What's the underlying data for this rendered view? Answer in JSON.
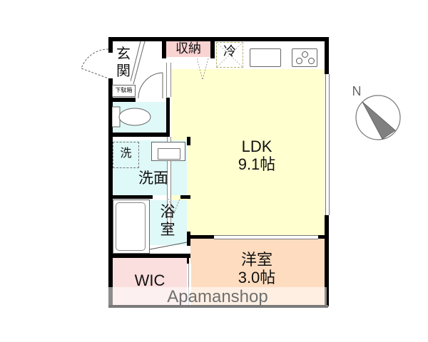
{
  "floorplan": {
    "rooms": {
      "entrance": {
        "label_line1": "玄",
        "label_line2": "関",
        "shoe_box": "下駄箱",
        "color": "#ffffff"
      },
      "storage": {
        "label": "収納",
        "color": "#f9d2d2"
      },
      "fridge": {
        "label": "冷"
      },
      "toilet": {
        "color": "#dff8f8"
      },
      "washroom": {
        "label": "洗面",
        "washer_label": "洗",
        "color": "#dff8f8"
      },
      "bathroom": {
        "label_line1": "浴",
        "label_line2": "室",
        "color": "#dff8f8"
      },
      "ldk": {
        "label": "LDK",
        "size": "9.1帖",
        "color": "#ffffd0"
      },
      "western_room": {
        "label": "洋室",
        "size": "3.0帖",
        "color": "#fedcc0"
      },
      "wic": {
        "label": "WIC",
        "color": "#fbdede"
      }
    },
    "compass": {
      "label": "N",
      "needle_color": "#808080"
    },
    "watermark": "Apamanshop"
  }
}
